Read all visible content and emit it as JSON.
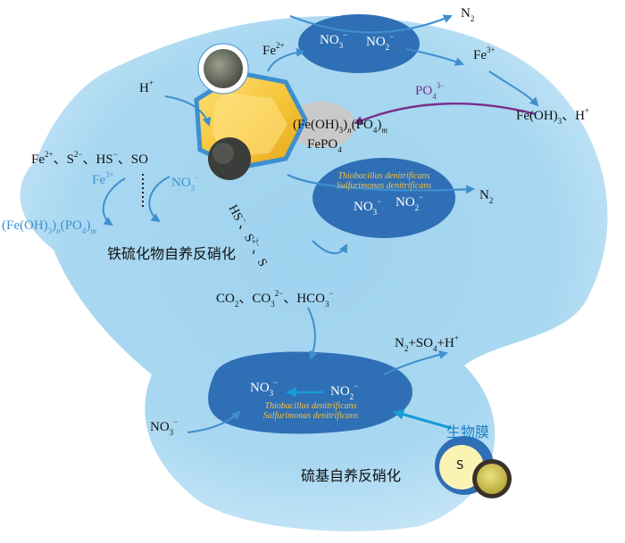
{
  "labels": {
    "n2_top": "N₂",
    "fe2_top": "Fe²⁺",
    "fe3_right": "Fe³⁺",
    "po4": "PO₄³⁻",
    "feoh3_h": "Fe(OH)₃、H⁺",
    "h_plus": "H⁺",
    "fe_oh_po4": "(Fe(OH)₃)ₙ(PO₄)ₘ",
    "fepo4": "FePO₄",
    "ions_left": "Fe²⁺、S²⁻、HS⁻、SO",
    "fe3_left": "Fe³⁺",
    "no3_left": "NO₃⁻",
    "hs_s_s": "HS⁻、S²⁻、S",
    "fe_oh_po4_left": "(Fe(OH)₃)ₙ(PO₄)ₘ",
    "n2_mid": "N₂",
    "co2_group": "CO₂、CO₃²⁻、HCO₃⁻",
    "n2_so4_h": "N₂+SO₄+H⁺",
    "no3_bottom": "NO₃⁻",
    "s_label": "S"
  },
  "blobs": {
    "top": {
      "no3": "NO₃⁻",
      "no2": "NO₂⁻"
    },
    "middle": {
      "bacteria1": "Thiobacillus denitrificans",
      "bacteria2": "Sulfurimonas denitrificans",
      "no3": "NO₃⁻",
      "no2": "NO₂⁻"
    },
    "bottom": {
      "no3": "NO₃⁻",
      "no2": "NO₂⁻",
      "bacteria1": "Thiobacillus denitrificans",
      "bacteria2": "Sulfurimonas denitrificans"
    }
  },
  "captions": {
    "iron_sulfide": "铁硫化物自养反硝化",
    "sulfur": "硫基自养反硝化",
    "biofilm": "生物膜"
  },
  "colors": {
    "background_blue": "#a9d8f1",
    "blob_blue": "#2f6fb5",
    "arrow_blue": "#3f8fcf",
    "arrow_purple": "#7a2d8c",
    "pyrite_gold": "#f5c336",
    "sulfur_yellow": "#fbf3b3"
  }
}
